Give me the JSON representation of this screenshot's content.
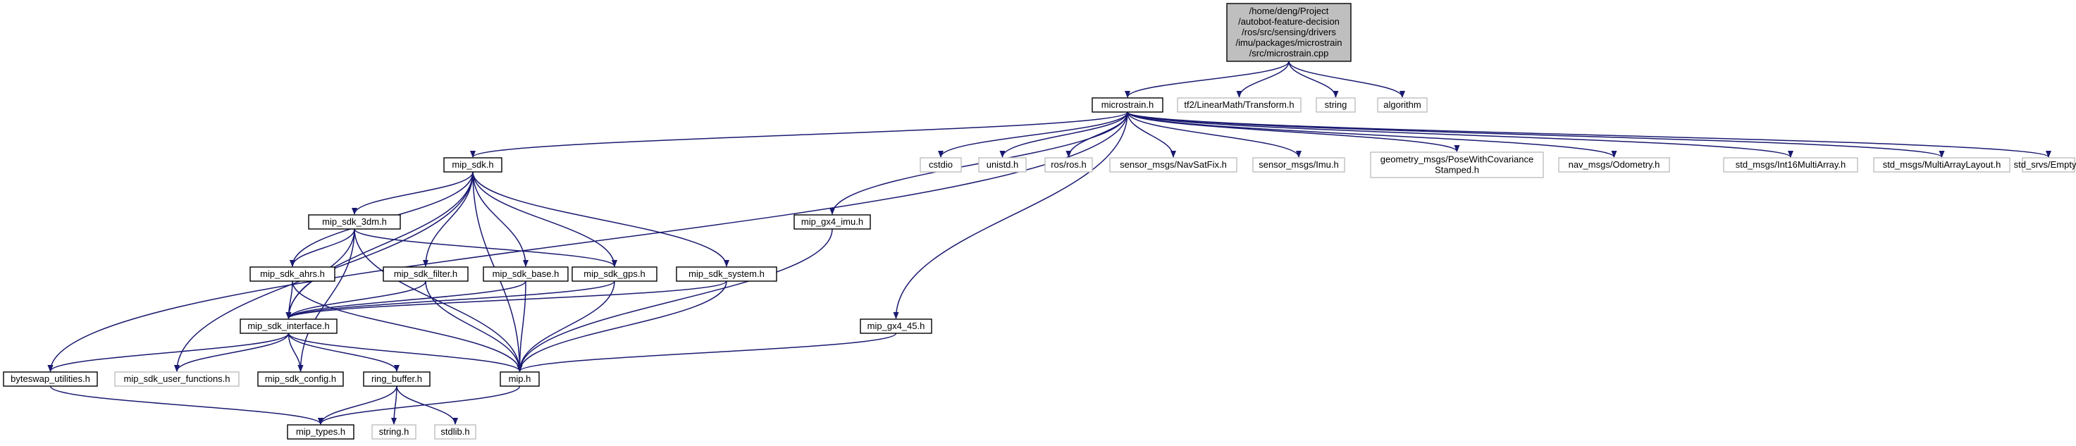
{
  "diagram": {
    "nodes": [
      {
        "id": "root",
        "kind": "root",
        "lines": [
          "/home/deng/Project",
          "/autobot-feature-decision",
          "/ros/src/sensing/drivers",
          "/imu/packages/microstrain",
          "/src/microstrain.cpp"
        ]
      },
      {
        "id": "microstrain_h",
        "kind": "file",
        "lines": [
          "microstrain.h"
        ]
      },
      {
        "id": "tf2_transform",
        "kind": "external",
        "lines": [
          "tf2/LinearMath/Transform.h"
        ]
      },
      {
        "id": "string",
        "kind": "external",
        "lines": [
          "string"
        ]
      },
      {
        "id": "algorithm",
        "kind": "external",
        "lines": [
          "algorithm"
        ]
      },
      {
        "id": "mip_sdk_h",
        "kind": "file",
        "lines": [
          "mip_sdk.h"
        ]
      },
      {
        "id": "cstdio",
        "kind": "external",
        "lines": [
          "cstdio"
        ]
      },
      {
        "id": "unistd_h",
        "kind": "external",
        "lines": [
          "unistd.h"
        ]
      },
      {
        "id": "ros_h",
        "kind": "external",
        "lines": [
          "ros/ros.h"
        ]
      },
      {
        "id": "navsatfix",
        "kind": "external",
        "lines": [
          "sensor_msgs/NavSatFix.h"
        ]
      },
      {
        "id": "imu_h",
        "kind": "external",
        "lines": [
          "sensor_msgs/Imu.h"
        ]
      },
      {
        "id": "posecov",
        "kind": "external",
        "lines": [
          "geometry_msgs/PoseWithCovariance",
          "Stamped.h"
        ]
      },
      {
        "id": "odometry",
        "kind": "external",
        "lines": [
          "nav_msgs/Odometry.h"
        ]
      },
      {
        "id": "int16multi",
        "kind": "external",
        "lines": [
          "std_msgs/Int16MultiArray.h"
        ]
      },
      {
        "id": "multilayout",
        "kind": "external",
        "lines": [
          "std_msgs/MultiArrayLayout.h"
        ]
      },
      {
        "id": "empty_h",
        "kind": "external",
        "lines": [
          "std_srvs/Empty.h"
        ]
      },
      {
        "id": "mip_sdk_3dm",
        "kind": "file",
        "lines": [
          "mip_sdk_3dm.h"
        ]
      },
      {
        "id": "mip_gx4_imu",
        "kind": "file",
        "lines": [
          "mip_gx4_imu.h"
        ]
      },
      {
        "id": "mip_sdk_ahrs",
        "kind": "file",
        "lines": [
          "mip_sdk_ahrs.h"
        ]
      },
      {
        "id": "mip_sdk_filter",
        "kind": "file",
        "lines": [
          "mip_sdk_filter.h"
        ]
      },
      {
        "id": "mip_sdk_base",
        "kind": "file",
        "lines": [
          "mip_sdk_base.h"
        ]
      },
      {
        "id": "mip_sdk_gps",
        "kind": "file",
        "lines": [
          "mip_sdk_gps.h"
        ]
      },
      {
        "id": "mip_sdk_system",
        "kind": "file",
        "lines": [
          "mip_sdk_system.h"
        ]
      },
      {
        "id": "mip_sdk_interface",
        "kind": "file",
        "lines": [
          "mip_sdk_interface.h"
        ]
      },
      {
        "id": "mip_gx4_45",
        "kind": "file",
        "lines": [
          "mip_gx4_45.h"
        ]
      },
      {
        "id": "byteswap",
        "kind": "file",
        "lines": [
          "byteswap_utilities.h"
        ]
      },
      {
        "id": "user_functions",
        "kind": "external",
        "lines": [
          "mip_sdk_user_functions.h"
        ]
      },
      {
        "id": "mip_sdk_config",
        "kind": "file",
        "lines": [
          "mip_sdk_config.h"
        ]
      },
      {
        "id": "ring_buffer",
        "kind": "file",
        "lines": [
          "ring_buffer.h"
        ]
      },
      {
        "id": "mip_h",
        "kind": "file",
        "lines": [
          "mip.h"
        ]
      },
      {
        "id": "mip_types",
        "kind": "file",
        "lines": [
          "mip_types.h"
        ]
      },
      {
        "id": "string_h",
        "kind": "external",
        "lines": [
          "string.h"
        ]
      },
      {
        "id": "stdlib_h",
        "kind": "external",
        "lines": [
          "stdlib.h"
        ]
      }
    ],
    "edges": [
      [
        "root",
        "microstrain_h"
      ],
      [
        "root",
        "tf2_transform"
      ],
      [
        "root",
        "string"
      ],
      [
        "root",
        "algorithm"
      ],
      [
        "microstrain_h",
        "mip_sdk_h"
      ],
      [
        "microstrain_h",
        "cstdio"
      ],
      [
        "microstrain_h",
        "unistd_h"
      ],
      [
        "microstrain_h",
        "ros_h"
      ],
      [
        "microstrain_h",
        "navsatfix"
      ],
      [
        "microstrain_h",
        "imu_h"
      ],
      [
        "microstrain_h",
        "posecov"
      ],
      [
        "microstrain_h",
        "odometry"
      ],
      [
        "microstrain_h",
        "int16multi"
      ],
      [
        "microstrain_h",
        "multilayout"
      ],
      [
        "microstrain_h",
        "empty_h"
      ],
      [
        "microstrain_h",
        "mip_gx4_imu"
      ],
      [
        "microstrain_h",
        "mip_gx4_45"
      ],
      [
        "microstrain_h",
        "byteswap"
      ],
      [
        "mip_sdk_h",
        "mip_sdk_3dm"
      ],
      [
        "mip_sdk_h",
        "mip_sdk_ahrs"
      ],
      [
        "mip_sdk_h",
        "mip_sdk_filter"
      ],
      [
        "mip_sdk_h",
        "mip_sdk_base"
      ],
      [
        "mip_sdk_h",
        "mip_sdk_gps"
      ],
      [
        "mip_sdk_h",
        "mip_sdk_system"
      ],
      [
        "mip_sdk_h",
        "mip_sdk_interface"
      ],
      [
        "mip_sdk_h",
        "user_functions"
      ],
      [
        "mip_sdk_h",
        "mip_h"
      ],
      [
        "mip_sdk_3dm",
        "mip_sdk_ahrs"
      ],
      [
        "mip_sdk_3dm",
        "mip_sdk_gps"
      ],
      [
        "mip_sdk_3dm",
        "mip_sdk_interface"
      ],
      [
        "mip_sdk_3dm",
        "mip_sdk_config"
      ],
      [
        "mip_sdk_3dm",
        "mip_h"
      ],
      [
        "mip_sdk_ahrs",
        "mip_sdk_interface"
      ],
      [
        "mip_sdk_ahrs",
        "mip_h"
      ],
      [
        "mip_sdk_filter",
        "mip_sdk_interface"
      ],
      [
        "mip_sdk_filter",
        "mip_h"
      ],
      [
        "mip_sdk_base",
        "mip_sdk_interface"
      ],
      [
        "mip_sdk_base",
        "mip_h"
      ],
      [
        "mip_sdk_gps",
        "mip_sdk_interface"
      ],
      [
        "mip_sdk_gps",
        "mip_h"
      ],
      [
        "mip_sdk_system",
        "mip_sdk_interface"
      ],
      [
        "mip_sdk_system",
        "mip_h"
      ],
      [
        "mip_sdk_interface",
        "byteswap"
      ],
      [
        "mip_sdk_interface",
        "user_functions"
      ],
      [
        "mip_sdk_interface",
        "mip_sdk_config"
      ],
      [
        "mip_sdk_interface",
        "ring_buffer"
      ],
      [
        "mip_sdk_interface",
        "mip_h"
      ],
      [
        "mip_gx4_imu",
        "mip_h"
      ],
      [
        "mip_gx4_45",
        "mip_h"
      ],
      [
        "byteswap",
        "mip_types"
      ],
      [
        "ring_buffer",
        "mip_types"
      ],
      [
        "ring_buffer",
        "string_h"
      ],
      [
        "ring_buffer",
        "stdlib_h"
      ],
      [
        "mip_h",
        "mip_types"
      ]
    ]
  },
  "colors": {
    "edge": "#191970",
    "node_border": "#000000",
    "external_border": "#bfbfbf",
    "root_fill": "#bfbfbf"
  }
}
